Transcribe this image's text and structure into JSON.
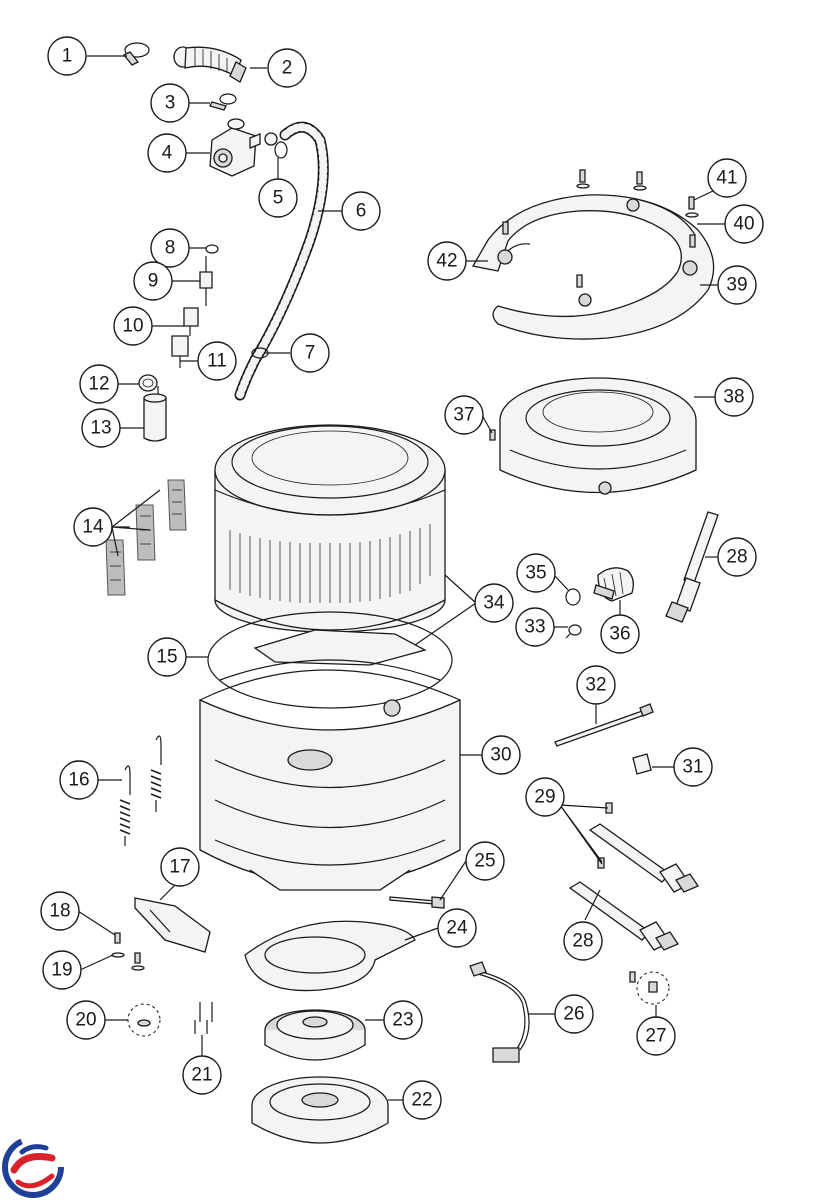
{
  "callouts": [
    {
      "id": "c1",
      "label": "1"
    },
    {
      "id": "c2",
      "label": "2"
    },
    {
      "id": "c3",
      "label": "3"
    },
    {
      "id": "c4",
      "label": "4"
    },
    {
      "id": "c5",
      "label": "5"
    },
    {
      "id": "c6",
      "label": "6"
    },
    {
      "id": "c7",
      "label": "7"
    },
    {
      "id": "c8",
      "label": "8"
    },
    {
      "id": "c9",
      "label": "9"
    },
    {
      "id": "c10",
      "label": "10"
    },
    {
      "id": "c11",
      "label": "11"
    },
    {
      "id": "c12",
      "label": "12"
    },
    {
      "id": "c13",
      "label": "13"
    },
    {
      "id": "c14",
      "label": "14"
    },
    {
      "id": "c15",
      "label": "15"
    },
    {
      "id": "c16",
      "label": "16"
    },
    {
      "id": "c17",
      "label": "17"
    },
    {
      "id": "c18",
      "label": "18"
    },
    {
      "id": "c19",
      "label": "19"
    },
    {
      "id": "c20",
      "label": "20"
    },
    {
      "id": "c21",
      "label": "21"
    },
    {
      "id": "c22",
      "label": "22"
    },
    {
      "id": "c23",
      "label": "23"
    },
    {
      "id": "c24",
      "label": "24"
    },
    {
      "id": "c25",
      "label": "25"
    },
    {
      "id": "c26",
      "label": "26"
    },
    {
      "id": "c27",
      "label": "27"
    },
    {
      "id": "c28a",
      "label": "28"
    },
    {
      "id": "c28b",
      "label": "28"
    },
    {
      "id": "c29",
      "label": "29"
    },
    {
      "id": "c30",
      "label": "30"
    },
    {
      "id": "c31",
      "label": "31"
    },
    {
      "id": "c32",
      "label": "32"
    },
    {
      "id": "c33",
      "label": "33"
    },
    {
      "id": "c34",
      "label": "34"
    },
    {
      "id": "c35",
      "label": "35"
    },
    {
      "id": "c36",
      "label": "36"
    },
    {
      "id": "c37",
      "label": "37"
    },
    {
      "id": "c38",
      "label": "38"
    },
    {
      "id": "c39",
      "label": "39"
    },
    {
      "id": "c40",
      "label": "40"
    },
    {
      "id": "c41",
      "label": "41"
    },
    {
      "id": "c42",
      "label": "42"
    }
  ],
  "logo": {
    "icon": "brand-logo-icon",
    "colors": [
      "#1f3f99",
      "#d8232a"
    ]
  }
}
